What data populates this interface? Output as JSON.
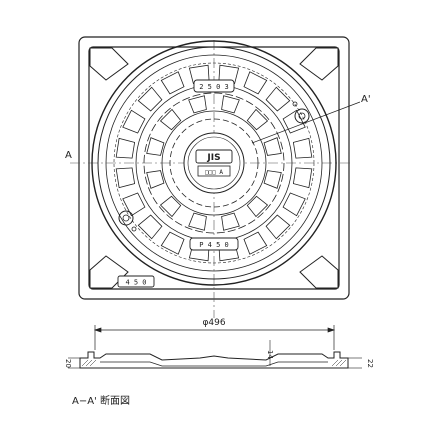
{
  "plan": {
    "center_label": "JIS",
    "top_plate": "2 5 0 3",
    "bottom_plate": "P 4 5 0",
    "mid_plate": "□□□ A",
    "corner_plate": "4 5 0"
  },
  "section": {
    "mark_left": "A",
    "mark_right": "A'",
    "title": "A−A' 断面図",
    "diameter": "φ496",
    "dim_14": "14",
    "dim_left": "20",
    "dim_right": "22"
  },
  "colors": {
    "line": "#222222",
    "center_line": "#555555"
  }
}
